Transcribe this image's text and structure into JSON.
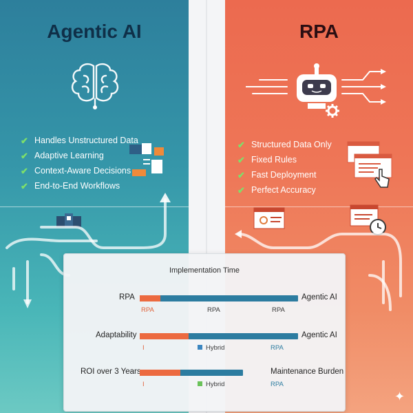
{
  "left_panel": {
    "title": "Agentic AI",
    "features": [
      "Handles Unstructured Data",
      "Adaptive Learning",
      "Context-Aware Decisions",
      "End-to-End Workflows"
    ]
  },
  "right_panel": {
    "title": "RPA",
    "features": [
      "Structured Data Only",
      "Fixed Rules",
      "Fast Deployment",
      "Perfect Accuracy"
    ]
  },
  "chart": {
    "title": "Implementation Time",
    "rows": [
      {
        "left_label": "RPA",
        "right_label": "Agentic AI",
        "fill": 0.13,
        "sub_left": "RPA",
        "sub_mid": "RPA",
        "sub_right": "RPA"
      },
      {
        "left_label": "Adaptability",
        "right_label": "Agentic AI",
        "fill": 0.31,
        "sub_left": "I",
        "sub_mid": "Hybrid",
        "sub_right": "RPA"
      },
      {
        "left_label": "ROI over 3 Years",
        "right_label": "Maintenance Burden",
        "fill": 0.39,
        "sub_left": "I",
        "sub_mid": "Hybrid",
        "sub_right": "RPA"
      }
    ]
  },
  "colors": {
    "agentic_teal": "#2d7f9c",
    "rpa_orange": "#ec6a4f",
    "bar_orange": "#ec6a40",
    "bar_blue": "#2c7ca0",
    "check_green": "#7ee06a",
    "hybrid_blue": "#3c86c0",
    "hybrid_green": "#6ac25a"
  },
  "icons": [
    "brain-icon",
    "robot-icon",
    "gear-icon",
    "documents-icon",
    "ui-windows-icon",
    "cursor-hand-icon",
    "clock-icon",
    "team-icon",
    "flow-arrows",
    "sparkle-icon"
  ]
}
